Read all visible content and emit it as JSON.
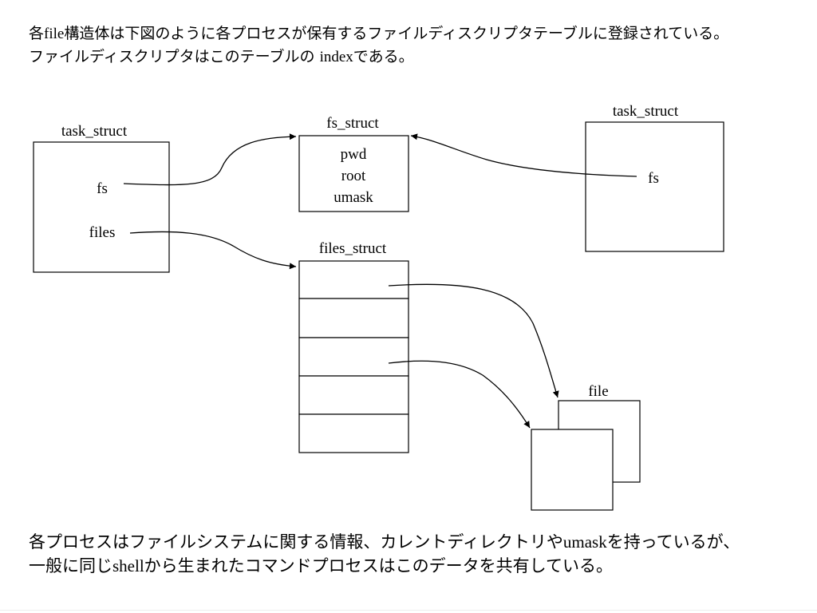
{
  "intro_text": {
    "line1": [
      "各",
      "file",
      "構造体は下図のように各プロセスが保有するファイルディスクリプタテーブルに登録されている。"
    ],
    "line2": [
      "ファイルディスクリプタはこのテーブルの ",
      "index",
      "である。"
    ]
  },
  "diagram": {
    "task_struct_left": {
      "title": "task_struct",
      "field_fs": "fs",
      "field_files": "files"
    },
    "fs_struct": {
      "title": "fs_struct",
      "fields": [
        "pwd",
        "root",
        "umask"
      ]
    },
    "task_struct_right": {
      "title": "task_struct",
      "field_fs": "fs"
    },
    "files_struct": {
      "title": "files_struct",
      "slot_count": 5
    },
    "file": {
      "title": "file"
    }
  },
  "outro_text": {
    "line1": [
      "各プロセスはファイルシステムに関する情報、カレントディレクトリや",
      "umask",
      "を持っているが、"
    ],
    "line2": [
      "一般に同じ",
      "shell",
      "から生まれたコマンドプロセスはこのデータを共有している。"
    ]
  }
}
